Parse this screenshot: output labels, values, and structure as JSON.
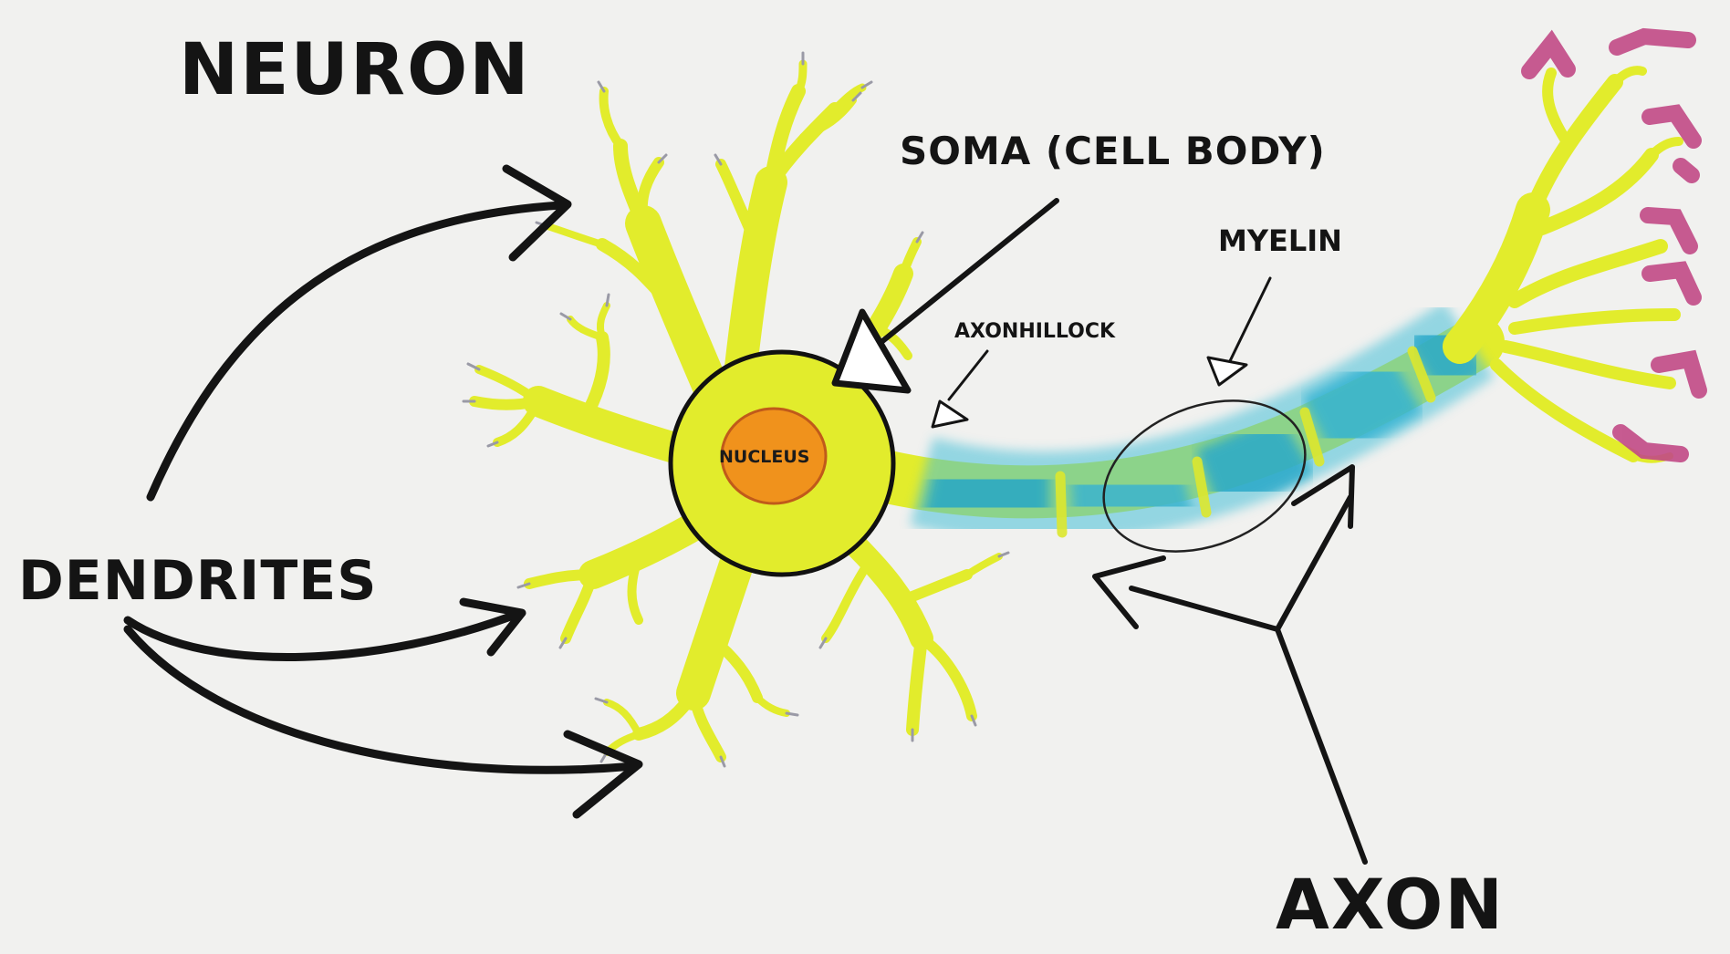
{
  "diagram": {
    "title": "NEURON",
    "labels": {
      "dendrites": "DENDRITES",
      "soma": "SOMA (CELL BODY)",
      "myelin": "MYELIN",
      "axon_hillock": "AXONHILLOCK",
      "nucleus": "NUCLEUS",
      "axon": "AXON"
    },
    "colors": {
      "background": "#f1f1ef",
      "cell": "#e2ec2c",
      "nucleus": "#f0921c",
      "myelin": "#46c0d8",
      "myelin_deep": "#27a7c6",
      "terminals": "#c24a86",
      "ink": "#141414"
    }
  }
}
